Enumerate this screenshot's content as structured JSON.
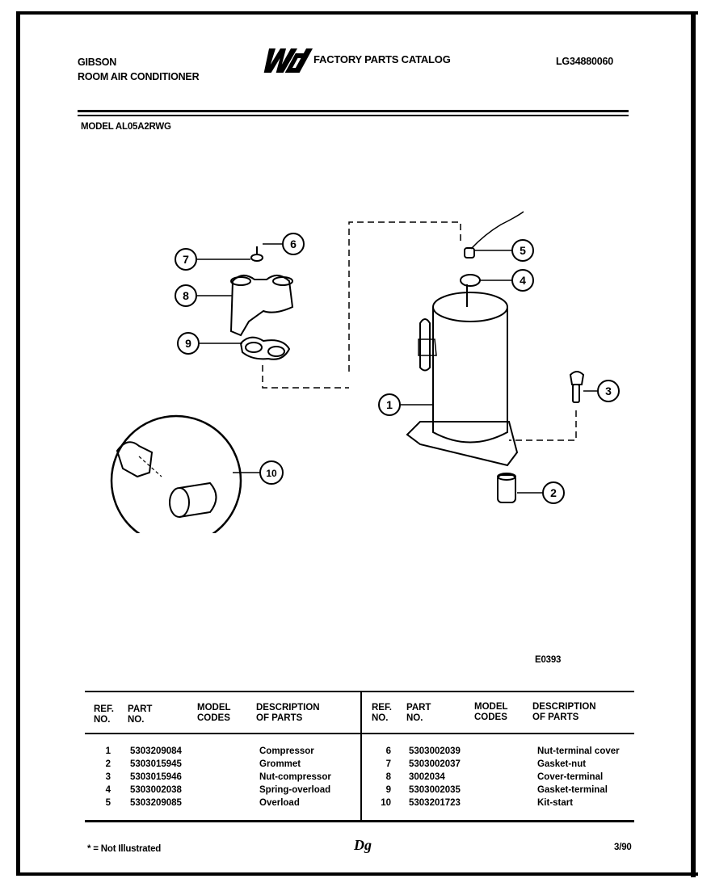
{
  "header": {
    "brand": "GIBSON",
    "product": "ROOM AIR CONDITIONER",
    "logo_text": "WCI",
    "catalog_title": "FACTORY PARTS CATALOG",
    "catalog_code": "LG34880060",
    "model_line": "MODEL AL05A2RWG"
  },
  "diagram": {
    "callouts": [
      "1",
      "2",
      "3",
      "4",
      "5",
      "6",
      "7",
      "8",
      "9",
      "10"
    ],
    "figure_code": "E0393"
  },
  "table": {
    "headers": {
      "ref": [
        "REF.",
        "NO."
      ],
      "part": [
        "PART",
        "NO."
      ],
      "model": [
        "MODEL",
        "CODES"
      ],
      "desc": [
        "DESCRIPTION",
        "OF PARTS"
      ]
    },
    "left_rows": [
      {
        "ref": "1",
        "part": "5303209084",
        "desc": "Compressor"
      },
      {
        "ref": "2",
        "part": "5303015945",
        "desc": "Grommet"
      },
      {
        "ref": "3",
        "part": "5303015946",
        "desc": "Nut-compressor"
      },
      {
        "ref": "4",
        "part": "5303002038",
        "desc": "Spring-overload"
      },
      {
        "ref": "5",
        "part": "5303209085",
        "desc": "Overload"
      }
    ],
    "right_rows": [
      {
        "ref": "6",
        "part": "5303002039",
        "desc": "Nut-terminal cover"
      },
      {
        "ref": "7",
        "part": "5303002037",
        "desc": "Gasket-nut"
      },
      {
        "ref": "8",
        "part": "3002034",
        "desc": "Cover-terminal"
      },
      {
        "ref": "9",
        "part": "5303002035",
        "desc": "Gasket-terminal"
      },
      {
        "ref": "10",
        "part": "5303201723",
        "desc": "Kit-start"
      }
    ]
  },
  "footer": {
    "note": "* = Not Illustrated",
    "page_code": "Dg",
    "date": "3/90"
  }
}
